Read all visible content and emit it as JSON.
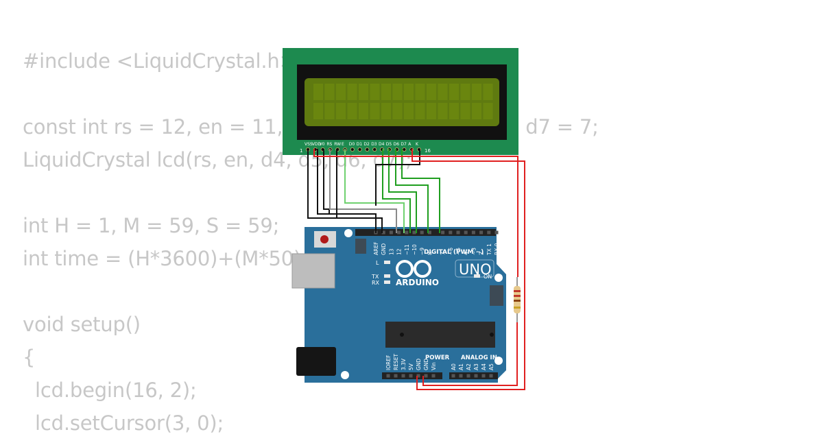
{
  "code": {
    "lines": [
      "#include <LiquidCrystal.h>",
      "",
      "const int rs = 12, en = 11, d4 = 5, d5 = 4, d6 = 3, d7 = 7;",
      "LiquidCrystal lcd(rs, en, d4, d5, d6, d7);",
      "",
      "int H = 1, M = 59, S = 59;",
      "int time = (H*3600)+(M*50)+S;",
      "",
      "void setup()",
      "{",
      "  lcd.begin(16, 2);",
      "  lcd.setCursor(3, 0);"
    ]
  },
  "lcd": {
    "pin_labels": [
      "VSS",
      "VDD",
      "V0",
      "RS",
      "RW",
      "E",
      "D0",
      "D1",
      "D2",
      "D3",
      "D4",
      "D5",
      "D6",
      "D7",
      "A",
      "K"
    ],
    "pin_first": "1",
    "pin_last": "16",
    "colors": {
      "pcb": "#1d8a4f",
      "bezel": "#111111",
      "screen": "#5f7a10"
    }
  },
  "arduino": {
    "brand": "ARDUINO",
    "model": "UNO",
    "digital_header": "DIGITAL (PWM ~)",
    "power_header": "POWER",
    "analog_header": "ANALOG IN",
    "digital_pins": [
      "AREF",
      "GND",
      "13",
      "12",
      "~11",
      "~10",
      "~9",
      "8",
      "7",
      "~6",
      "~5",
      "4",
      "~3",
      "2",
      "TX 1",
      "RX 0"
    ],
    "power_pins": [
      "IOREF",
      "RESET",
      "3.3V",
      "5V",
      "GND",
      "GND",
      "Vin"
    ],
    "analog_pins": [
      "A0",
      "A1",
      "A2",
      "A3",
      "A4",
      "A5"
    ],
    "led_labels": [
      "L",
      "TX",
      "RX",
      "ON"
    ],
    "colors": {
      "board": "#2a6f9b",
      "dark": "#1e5478"
    }
  },
  "wires": {
    "colors": {
      "ground": "#111111",
      "power": "#e01f1f",
      "data_gray": "#8a8a8a",
      "data_green_light": "#6fd16f",
      "data_green": "#1f9e1f"
    }
  }
}
